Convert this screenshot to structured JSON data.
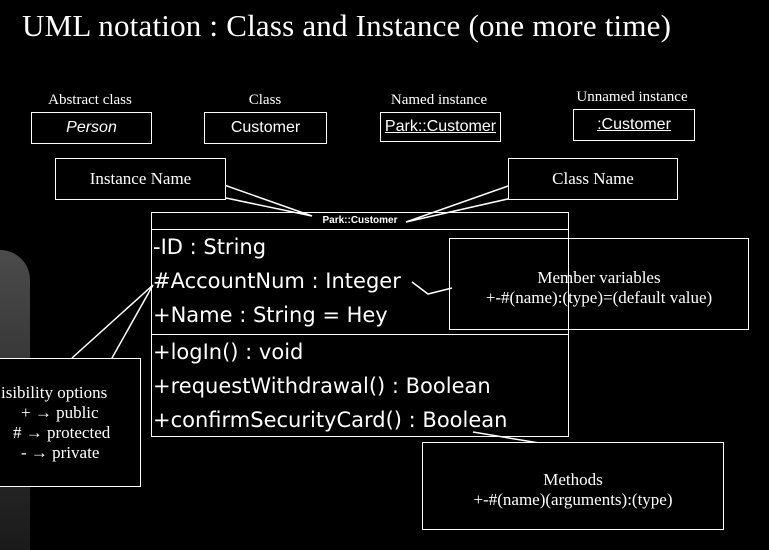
{
  "title": "UML notation : Class and Instance (one more time)",
  "categories": [
    {
      "label": "Abstract class",
      "box": "Person",
      "style": "italic"
    },
    {
      "label": "Class",
      "box": "Customer",
      "style": "normal"
    },
    {
      "label": "Named instance",
      "box": "Park::Customer",
      "style": "underline"
    },
    {
      "label": "Unnamed instance",
      "box": ":Customer",
      "style": "underline"
    }
  ],
  "callouts": {
    "instance_name": "Instance Name",
    "class_name": "Class Name",
    "member_variables": {
      "title": "Member variables",
      "text": "+-#(name):(type)=(default value)"
    },
    "visibility": {
      "title": "isibility options",
      "lines": [
        "+ → public",
        "# → protected",
        "- → private"
      ]
    },
    "methods": {
      "title": "Methods",
      "text": "+-#(name)(arguments):(type)"
    }
  },
  "uml_box": {
    "header": "Park::Customer",
    "attributes": [
      "-ID : String",
      "#AccountNum : Integer",
      "+Name : String = Hey"
    ],
    "methods": [
      "+logIn() : void",
      "+requestWithdrawal() : Boolean",
      "+confirmSecurityCard() : Boolean"
    ]
  },
  "colors": {
    "background": "#000000",
    "foreground": "#ffffff"
  }
}
